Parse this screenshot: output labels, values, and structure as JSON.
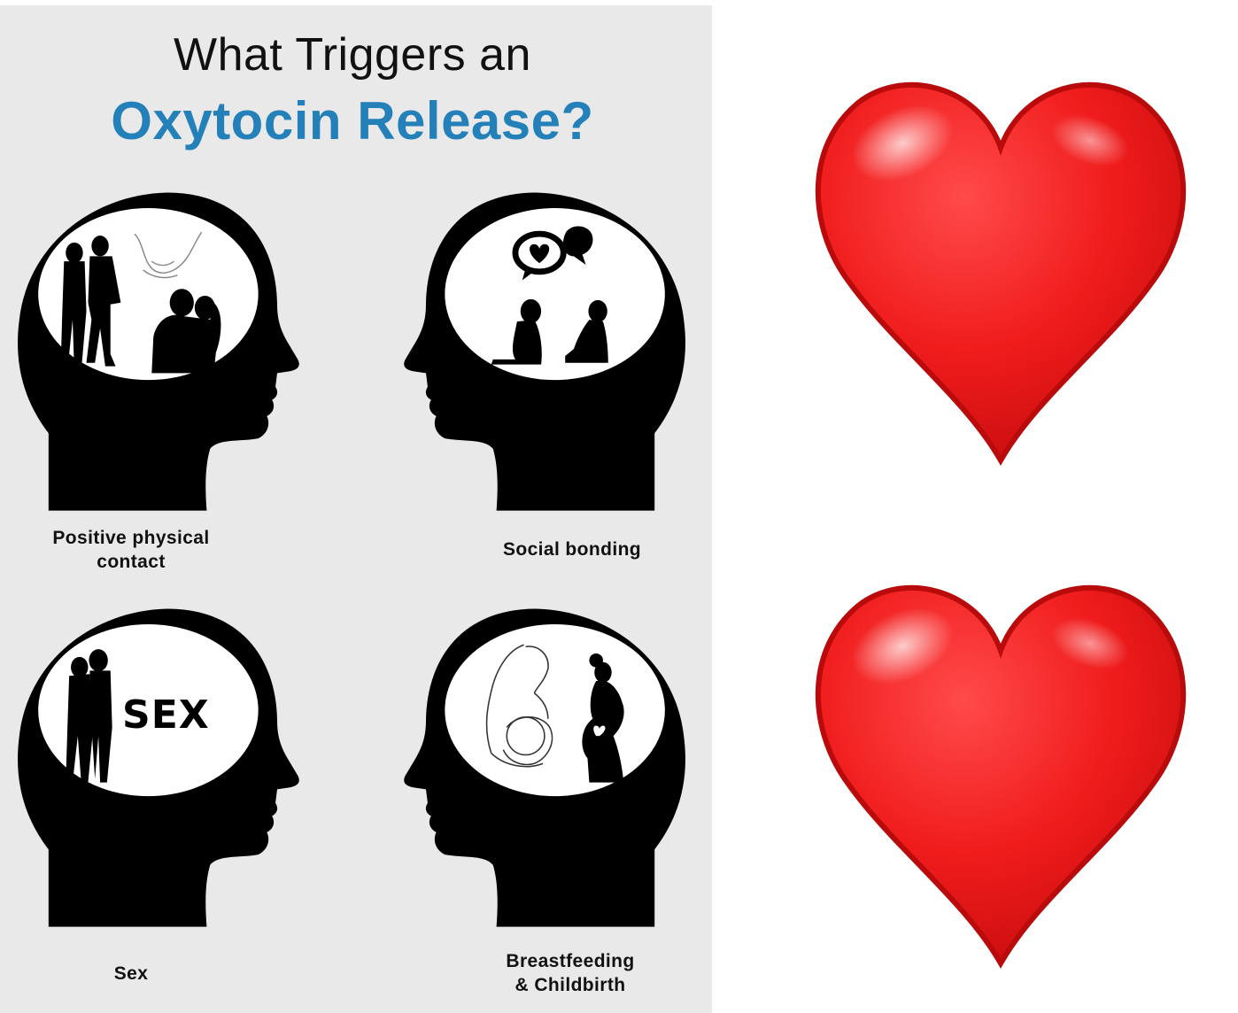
{
  "infographic": {
    "title_line1": "What Triggers an",
    "title_line2": "Oxytocin Release?",
    "title_color": "#2380b8",
    "captions": {
      "physical_line1": "Positive physical",
      "physical_line2": "contact",
      "social": "Social bonding",
      "sex": "Sex",
      "birth_line1": "Breastfeeding",
      "birth_line2": "& Childbirth"
    },
    "sex_word": "SEX"
  },
  "colors": {
    "panel_bg": "#e9e9e9",
    "silhouette": "#000000",
    "heart": "#e01818"
  },
  "icons": [
    "head-silhouette",
    "couple-walking",
    "holding-hands",
    "embracing-couple",
    "speech-bubble-heart",
    "two-women-sitting",
    "kissing-couple",
    "mother-nursing-baby",
    "pregnant-woman",
    "red-heart-emoji"
  ]
}
